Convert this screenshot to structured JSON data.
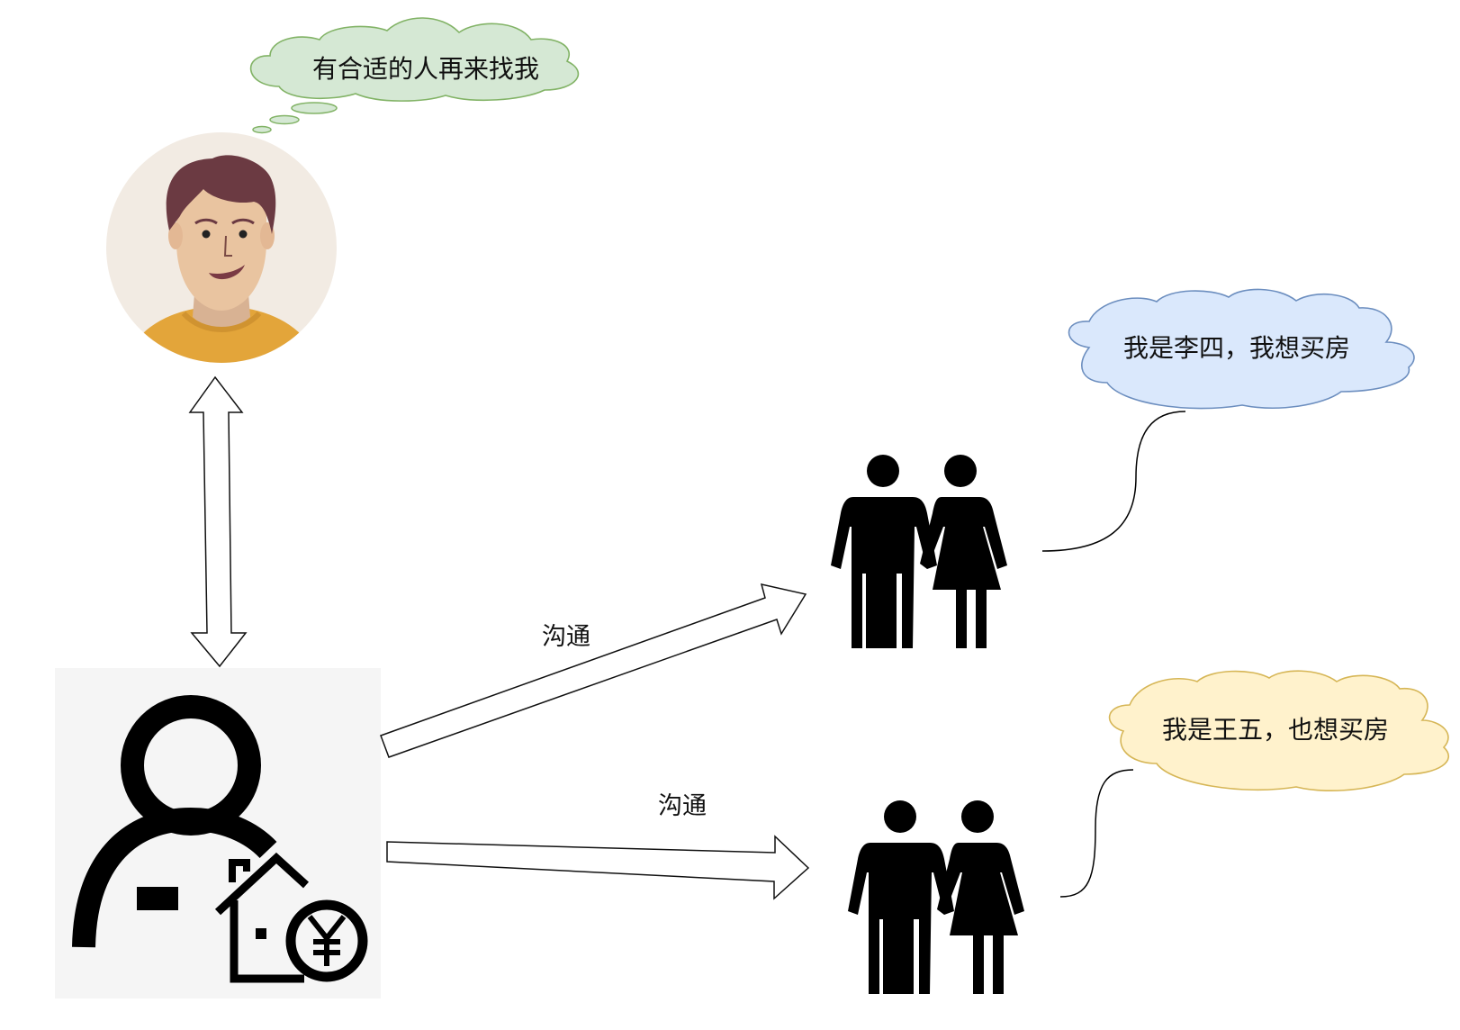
{
  "thoughts": {
    "landlord": "有合适的人再来找我",
    "li_si": "我是李四，我想买房",
    "wang_wu": "我是王五，也想买房"
  },
  "edges": {
    "upper_label": "沟通",
    "lower_label": "沟通"
  },
  "icons": {
    "landlord": "man-avatar-icon",
    "agent": "real-estate-agent-icon",
    "buyers_1": "couple-icon",
    "buyers_2": "couple-icon"
  },
  "colors": {
    "green_cloud_fill": "#d5e8d4",
    "green_cloud_stroke": "#82b366",
    "blue_cloud_fill": "#dae8fc",
    "blue_cloud_stroke": "#6c8ebf",
    "yellow_cloud_fill": "#fff2cc",
    "yellow_cloud_stroke": "#d6b656",
    "avatar_bg": "#f2ebe3",
    "hair": "#6b3a42",
    "skin": "#e9c4a0",
    "shirt": "#e3a53a",
    "agent_bg": "#f5f5f5"
  }
}
